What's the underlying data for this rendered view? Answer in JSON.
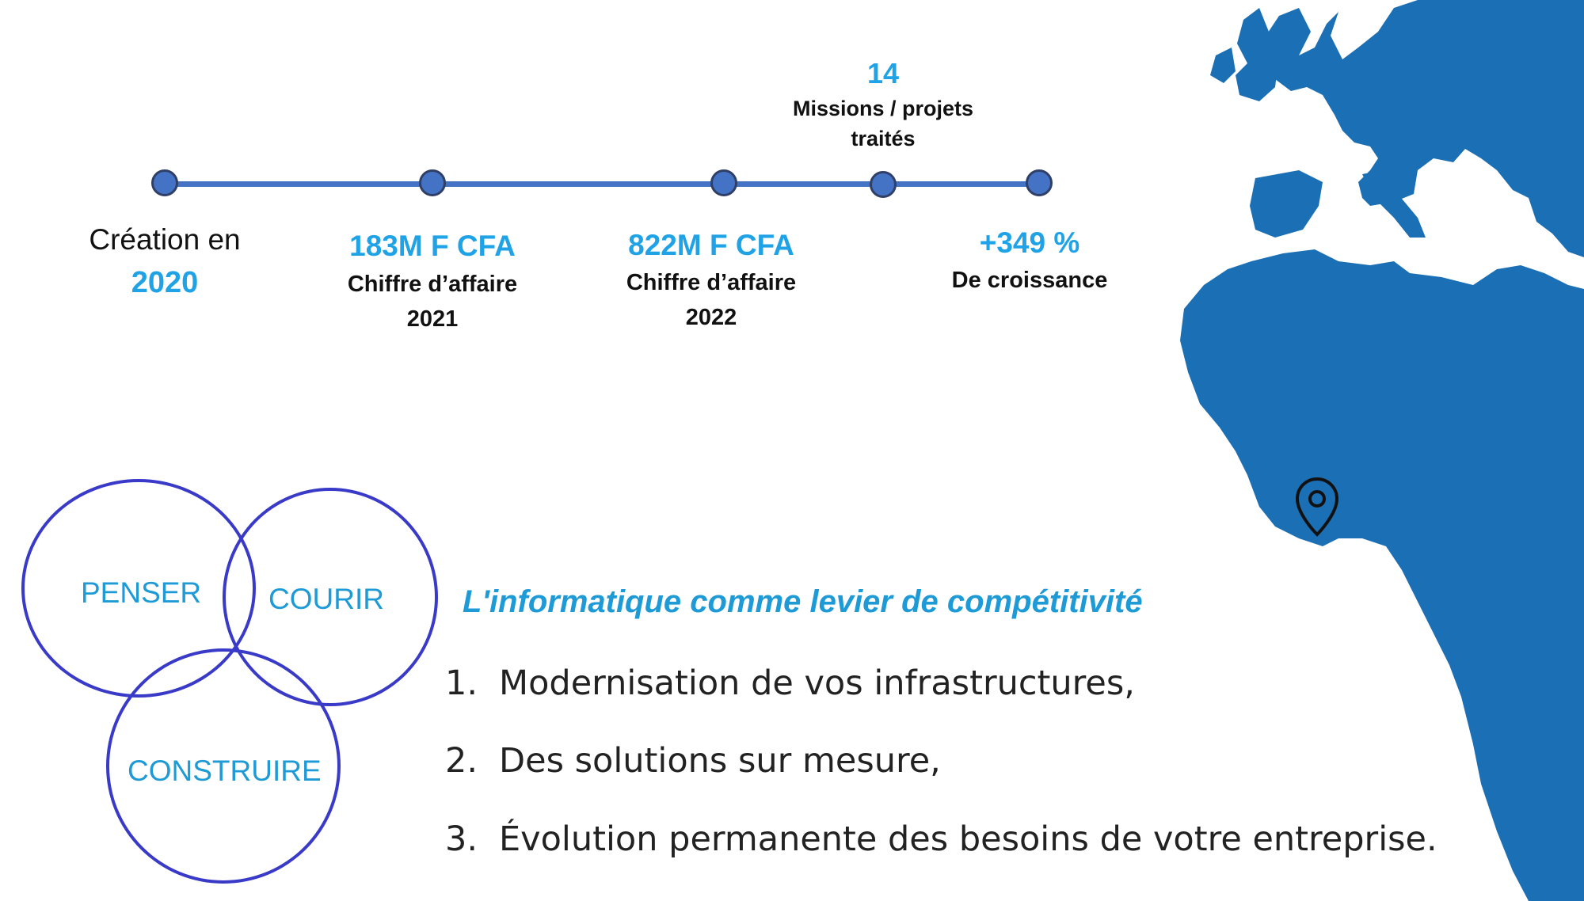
{
  "colors": {
    "accent": "#1fa3e6",
    "timeline": "#4472c4",
    "circle_border": "#3a3ac8",
    "map": "#1a6fb5"
  },
  "timeline": {
    "milestones": [
      {
        "label": "Création en",
        "value": "2020"
      },
      {
        "value": "183M F CFA",
        "caption": "Chiffre d’affaire",
        "year": "2021"
      },
      {
        "value": "822M F CFA",
        "caption": "Chiffre d’affaire",
        "year": "2022"
      },
      {
        "value": "14",
        "caption_line1": "Missions / projets",
        "caption_line2": "traités"
      },
      {
        "value": "+349 %",
        "caption": "De croissance"
      }
    ]
  },
  "circles": {
    "penser": "PENSER",
    "courir": "COURIR",
    "construire": "CONSTRUIRE"
  },
  "tagline": "L'informatique comme levier de compétitivité",
  "list": [
    {
      "num": "1.",
      "text": "Modernisation de vos infrastructures,"
    },
    {
      "num": "2.",
      "text": "Des solutions sur mesure,"
    },
    {
      "num": "3.",
      "text": "Évolution permanente des besoins de votre entreprise."
    }
  ],
  "map": {
    "icon": "location-pin-icon"
  }
}
